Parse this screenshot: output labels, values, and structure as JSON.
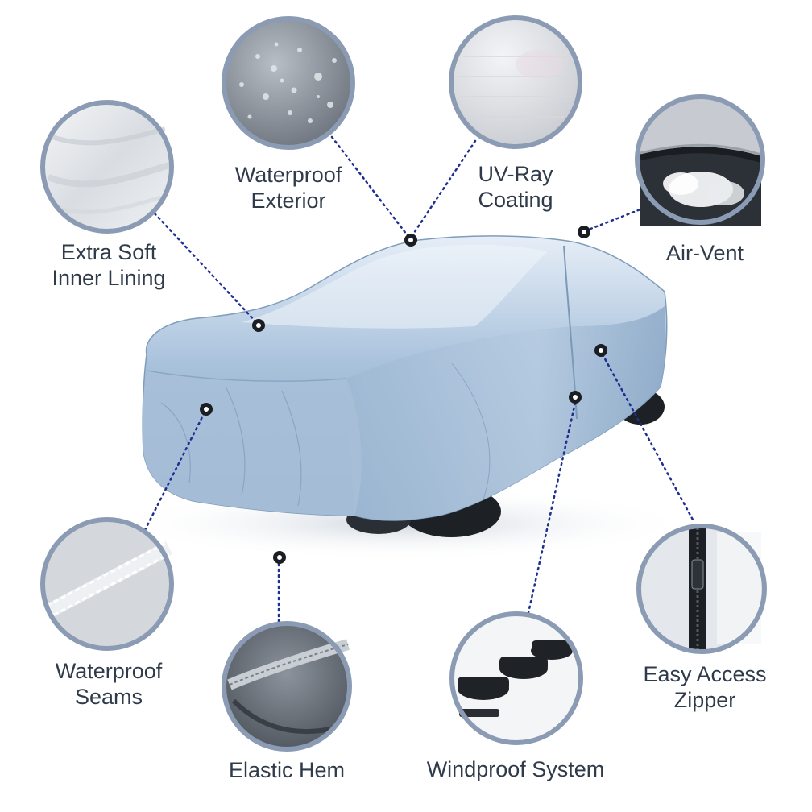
{
  "features": [
    {
      "id": "waterproof-exterior",
      "label": "Waterproof\nExterior",
      "icon": "water-droplets-icon"
    },
    {
      "id": "uv-ray-coating",
      "label": "UV-Ray\nCoating",
      "icon": "fabric-texture-icon"
    },
    {
      "id": "extra-soft-inner-lining",
      "label": "Extra Soft\nInner Lining",
      "icon": "soft-fabric-icon"
    },
    {
      "id": "air-vent",
      "label": "Air-Vent",
      "icon": "air-vent-icon"
    },
    {
      "id": "waterproof-seams",
      "label": "Waterproof\nSeams",
      "icon": "seam-stitch-icon"
    },
    {
      "id": "elastic-hem",
      "label": "Elastic Hem",
      "icon": "elastic-hem-icon"
    },
    {
      "id": "windproof-system",
      "label": "Windproof System",
      "icon": "strap-buckle-icon"
    },
    {
      "id": "easy-access-zipper",
      "label": "Easy Access\nZipper",
      "icon": "zipper-icon"
    }
  ],
  "colors": {
    "text": "#2f3b4a",
    "ring": "#8a9bb3",
    "dotted_line": "#1f2f8f",
    "cover_light": "#d8e6f3",
    "cover_mid": "#9db8d3",
    "cover_dark": "#6f8fb0"
  }
}
